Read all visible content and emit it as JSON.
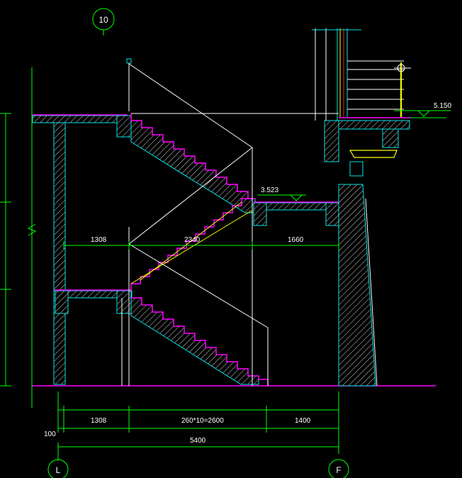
{
  "grid_top": {
    "label": "10"
  },
  "grid_bottom": [
    {
      "label": "L"
    },
    {
      "label": "F"
    }
  ],
  "elevations": [
    {
      "label": "5.150"
    },
    {
      "label": "3.523"
    }
  ],
  "dimensions": {
    "upper_left": "1308",
    "upper_mid": "2340",
    "upper_right": "1660",
    "lower_left": "1308",
    "lower_mid": "260*10=2600",
    "lower_right": "1400",
    "total": "5400",
    "offset": "100"
  },
  "colors": {
    "background": "#000000",
    "structure": "#00e5e5",
    "stair_edge": "#ff00ff",
    "dimension": "#00ff00",
    "reference": "#ffffff",
    "highlight": "#ffff00",
    "railing_red": "#ff2020"
  }
}
